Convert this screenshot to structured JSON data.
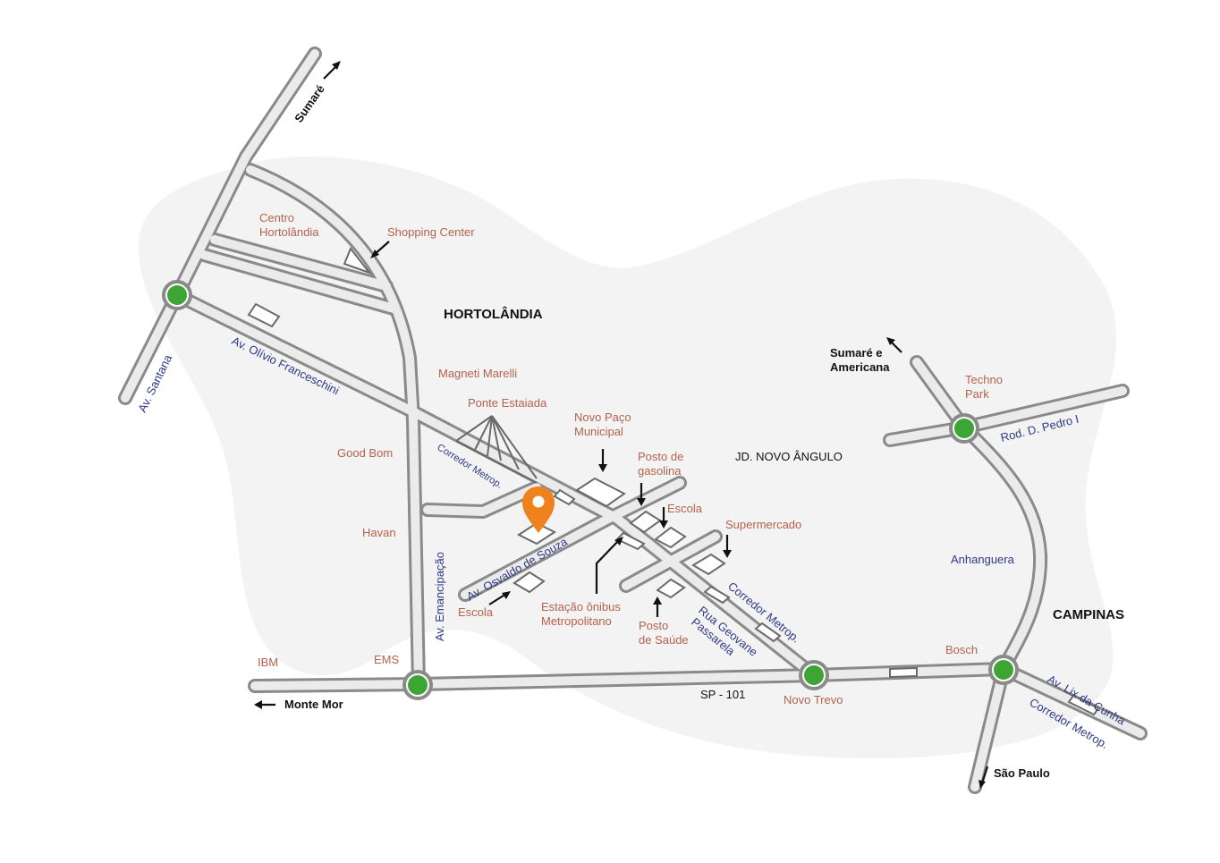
{
  "regions": {
    "hortolandia": "HORTOLÂNDIA",
    "campinas": "CAMPINAS",
    "jd_novo_angulo": "JD. NOVO ÂNGULO"
  },
  "poi": {
    "centro_line1": "Centro",
    "centro_line2": "Hortolândia",
    "shopping": "Shopping Center",
    "magneti": "Magneti Marelli",
    "ponte": "Ponte Estaiada",
    "paco_line1": "Novo Paço",
    "paco_line2": "Municipal",
    "gasolina_line1": "Posto de",
    "gasolina_line2": "gasolina",
    "escola_east": "Escola",
    "supermercado": "Supermercado",
    "good_bom": "Good Bom",
    "havan": "Havan",
    "escola_west": "Escola",
    "estacao_line1": "Estação ônibus",
    "estacao_line2": "Metropolitano",
    "saude_line1": "Posto",
    "saude_line2": "de Saúde",
    "ibm": "IBM",
    "ems": "EMS",
    "novo_trevo": "Novo Trevo",
    "bosch": "Bosch",
    "techno_line1": "Techno",
    "techno_line2": "Park"
  },
  "roads": {
    "santana": "Av. Santana",
    "olivio": "Av. Olívio Franceschini",
    "corredor_1": "Corredor Metrop.",
    "osvaldo": "Av. Osvaldo de Souza",
    "emancipacao": "Av. Emancipação",
    "geovane_line1": "Rua Geovane",
    "geovane_line2": "Passarela",
    "corredor_2": "Corredor Metrop.",
    "sp101": "SP - 101",
    "anhanguera": "Anhanguera",
    "pedro": "Rod. D. Pedro I",
    "lix": "Av. Lix da Cunha",
    "corredor_3": "Corredor Metrop."
  },
  "directions": {
    "sumare": "Sumaré",
    "sumare_am_line1": "Sumaré e",
    "sumare_am_line2": "Americana",
    "monte_mor": "Monte Mor",
    "sao_paulo": "São Paulo"
  },
  "colors": {
    "background_blob": "#f3f3f3",
    "road": "#8a8a8a",
    "roundabout": "#3ca534",
    "pin": "#f0821e",
    "poi_text": "#b5624b",
    "road_text": "#2f3a86"
  },
  "icons": {
    "roundabout": "green-circle-icon",
    "location": "map-pin-icon"
  }
}
